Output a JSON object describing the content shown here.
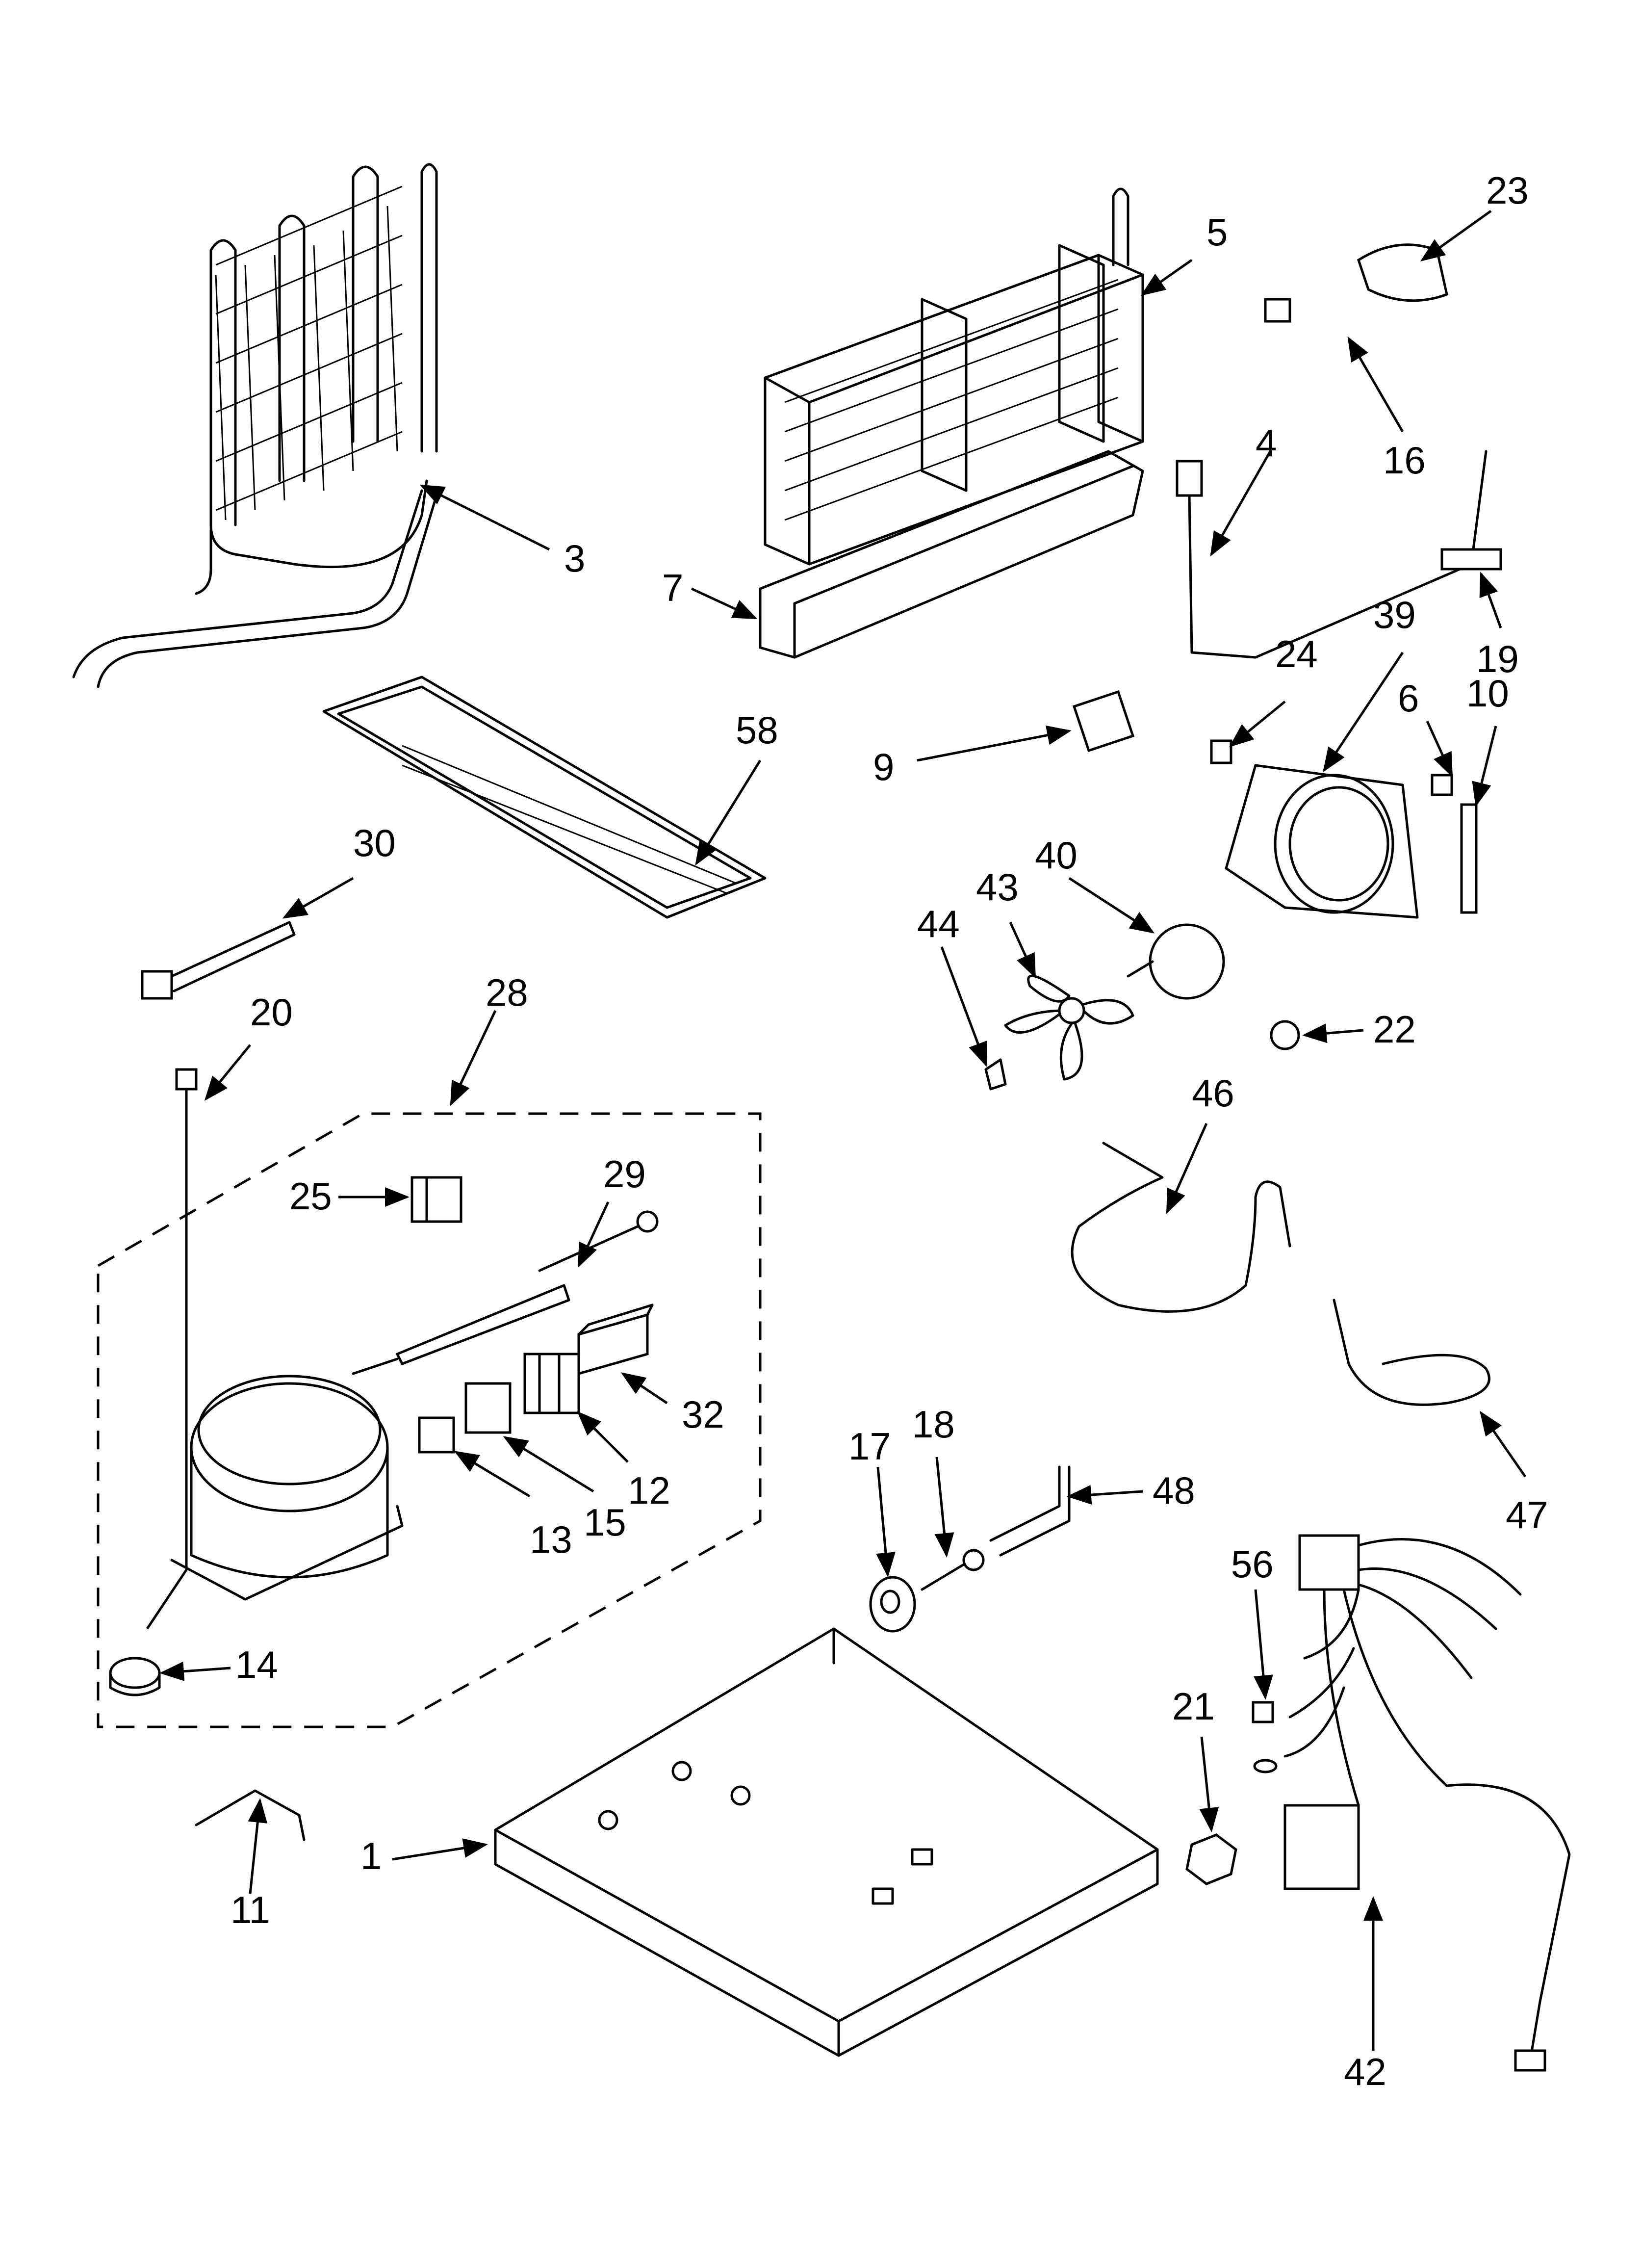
{
  "diagram": {
    "labels": [
      {
        "id": "1",
        "text": "1"
      },
      {
        "id": "3",
        "text": "3"
      },
      {
        "id": "4",
        "text": "4"
      },
      {
        "id": "5",
        "text": "5"
      },
      {
        "id": "6",
        "text": "6"
      },
      {
        "id": "7",
        "text": "7"
      },
      {
        "id": "9",
        "text": "9"
      },
      {
        "id": "10",
        "text": "10"
      },
      {
        "id": "11",
        "text": "11"
      },
      {
        "id": "12",
        "text": "12"
      },
      {
        "id": "13",
        "text": "13"
      },
      {
        "id": "14",
        "text": "14"
      },
      {
        "id": "15",
        "text": "15"
      },
      {
        "id": "16",
        "text": "16"
      },
      {
        "id": "17",
        "text": "17"
      },
      {
        "id": "18",
        "text": "18"
      },
      {
        "id": "19",
        "text": "19"
      },
      {
        "id": "20",
        "text": "20"
      },
      {
        "id": "21",
        "text": "21"
      },
      {
        "id": "22",
        "text": "22"
      },
      {
        "id": "23",
        "text": "23"
      },
      {
        "id": "24",
        "text": "24"
      },
      {
        "id": "25",
        "text": "25"
      },
      {
        "id": "28",
        "text": "28"
      },
      {
        "id": "29",
        "text": "29"
      },
      {
        "id": "30",
        "text": "30"
      },
      {
        "id": "32",
        "text": "32"
      },
      {
        "id": "39",
        "text": "39"
      },
      {
        "id": "40",
        "text": "40"
      },
      {
        "id": "42",
        "text": "42"
      },
      {
        "id": "43",
        "text": "43"
      },
      {
        "id": "44",
        "text": "44"
      },
      {
        "id": "46",
        "text": "46"
      },
      {
        "id": "47",
        "text": "47"
      },
      {
        "id": "48",
        "text": "48"
      },
      {
        "id": "56",
        "text": "56"
      },
      {
        "id": "58",
        "text": "58"
      }
    ]
  }
}
